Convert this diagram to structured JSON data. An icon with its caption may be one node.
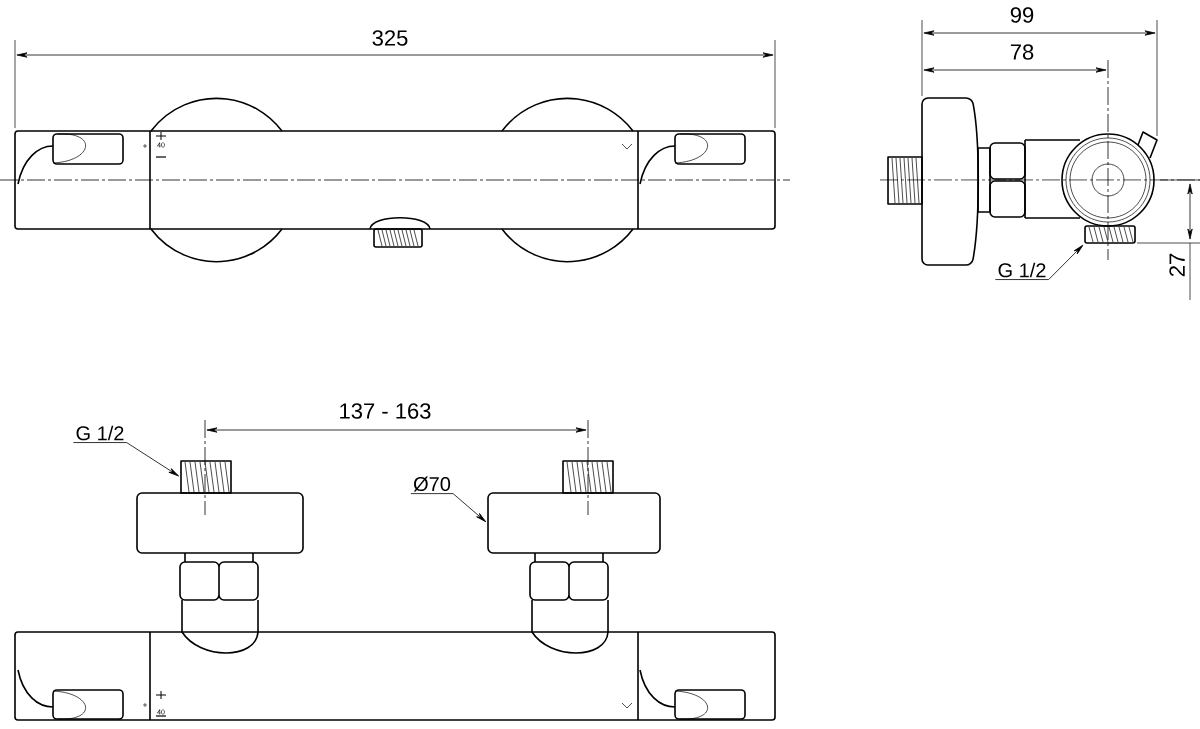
{
  "diagram": {
    "nodes": [
      {
        "text": [
          "G 1/2"
        ]
      },
      {
        "text": [
          "G 1/2"
        ]
      },
      {
        "text": [
          "Ø70"
        ]
      },
      {
        "text": [],
        "shape": "box"
      },
      {
        "text": [],
        "shape": "box"
      },
      {
        "text": [],
        "shape": "box"
      }
    ],
    "edges": [
      {
        "from": 0,
        "to": 3,
        "arrow": "to"
      },
      {
        "from": 1,
        "to": 4,
        "arrow": "to"
      },
      {
        "from": 2,
        "to": 5,
        "arrow": "to"
      }
    ],
    "labels": [
      "325",
      "99",
      "78",
      "27",
      "137 - 163",
      "40",
      "40"
    ]
  }
}
